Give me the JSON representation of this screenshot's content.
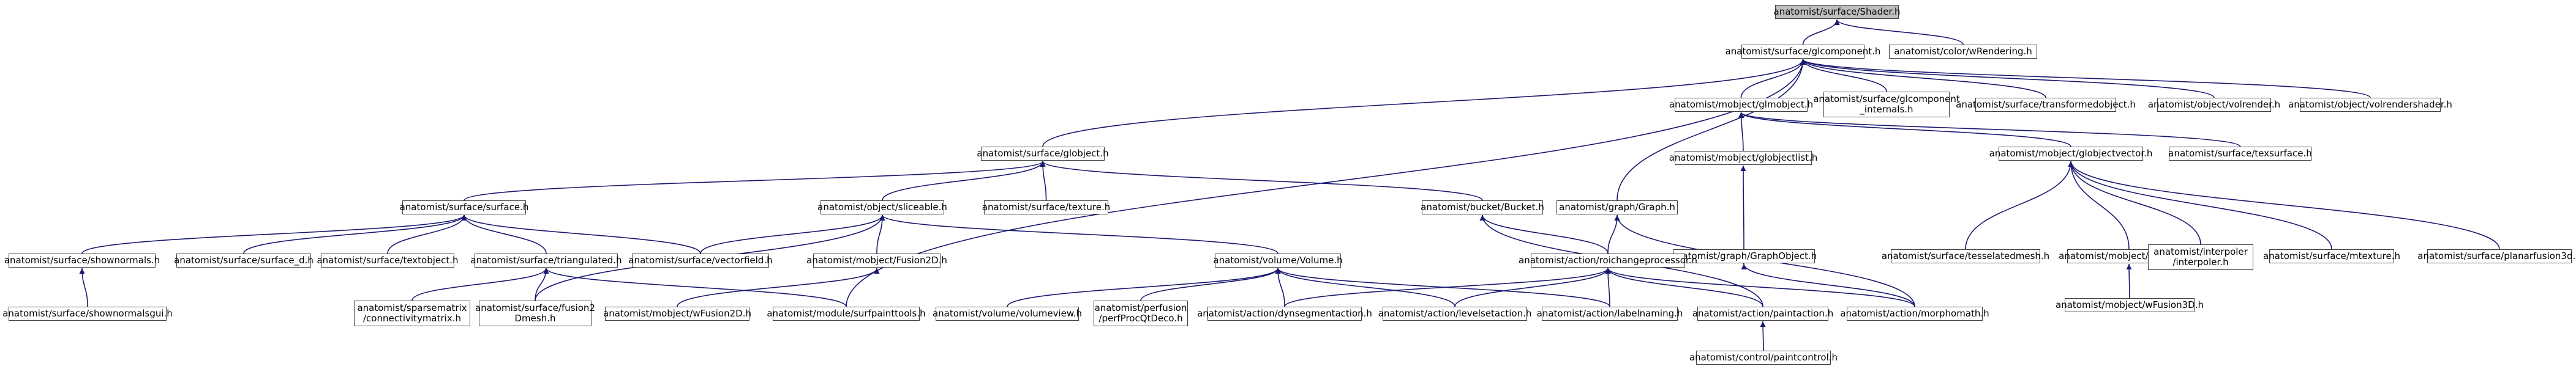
{
  "graph": {
    "colors": {
      "edge": "#191970",
      "node_border": "#404040",
      "root_fill": "#bfbfbf",
      "node_fill": "#ffffff"
    },
    "nodes": [
      {
        "id": "shader",
        "label": "anatomist/surface/Shader.h",
        "root": true
      },
      {
        "id": "glcomponent",
        "label": "anatomist/surface/glcomponent.h"
      },
      {
        "id": "colorrendering",
        "label": "anatomist/color/wRendering.h"
      },
      {
        "id": "globject",
        "label": "anatomist/surface/globject.h"
      },
      {
        "id": "glmobject",
        "label": "anatomist/mobject/glmobject.h"
      },
      {
        "id": "glcompinternals",
        "label": "anatomist/surface/glcomponent\n_internals.h"
      },
      {
        "id": "transformedobject",
        "label": "anatomist/surface/transformedobject.h"
      },
      {
        "id": "volrender",
        "label": "anatomist/object/volrender.h"
      },
      {
        "id": "volrendershader",
        "label": "anatomist/object/volrendershader.h"
      },
      {
        "id": "surface",
        "label": "anatomist/surface/surface.h"
      },
      {
        "id": "sliceable",
        "label": "anatomist/object/sliceable.h"
      },
      {
        "id": "texture",
        "label": "anatomist/surface/texture.h"
      },
      {
        "id": "bucket",
        "label": "anatomist/bucket/Bucket.h"
      },
      {
        "id": "graph",
        "label": "anatomist/graph/Graph.h"
      },
      {
        "id": "globjectlist",
        "label": "anatomist/mobject/globjectlist.h"
      },
      {
        "id": "globjectvector",
        "label": "anatomist/mobject/globjectvector.h"
      },
      {
        "id": "texsurface",
        "label": "anatomist/surface/texsurface.h"
      },
      {
        "id": "graphobject",
        "label": "anatomist/graph/GraphObject.h"
      },
      {
        "id": "tesselatedmesh",
        "label": "anatomist/surface/tesselatedmesh.h"
      },
      {
        "id": "fusion3d",
        "label": "anatomist/mobject/Fusion3D.h"
      },
      {
        "id": "interpoler",
        "label": "anatomist/interpoler\n/interpoler.h"
      },
      {
        "id": "mtexture",
        "label": "anatomist/surface/mtexture.h"
      },
      {
        "id": "planarfusion3d",
        "label": "anatomist/surface/planarfusion3d.h"
      },
      {
        "id": "wfusion3d",
        "label": "anatomist/mobject/wFusion3D.h"
      },
      {
        "id": "shownormals",
        "label": "anatomist/surface/shownormals.h"
      },
      {
        "id": "surface_d",
        "label": "anatomist/surface/surface_d.h"
      },
      {
        "id": "textobject",
        "label": "anatomist/surface/textobject.h"
      },
      {
        "id": "triangulated",
        "label": "anatomist/surface/triangulated.h"
      },
      {
        "id": "vectorfield",
        "label": "anatomist/surface/vectorfield.h"
      },
      {
        "id": "fusion2d",
        "label": "anatomist/mobject/Fusion2D.h"
      },
      {
        "id": "volume",
        "label": "anatomist/volume/Volume.h"
      },
      {
        "id": "roichange",
        "label": "anatomist/action/roichangeprocessor.h"
      },
      {
        "id": "shownormalsgui",
        "label": "anatomist/surface/shownormalsgui.h"
      },
      {
        "id": "sparsematrix",
        "label": "anatomist/sparsematrix\n/connectivitymatrix.h"
      },
      {
        "id": "fusion2dmesh",
        "label": "anatomist/surface/fusion2\nDmesh.h"
      },
      {
        "id": "wfusion2d",
        "label": "anatomist/mobject/wFusion2D.h"
      },
      {
        "id": "surfpainttools",
        "label": "anatomist/module/surfpainttools.h"
      },
      {
        "id": "volumeview",
        "label": "anatomist/volume/volumeview.h"
      },
      {
        "id": "perfprocqtdeco",
        "label": "anatomist/perfusion\n/perfProcQtDeco.h"
      },
      {
        "id": "dynsegment",
        "label": "anatomist/action/dynsegmentaction.h"
      },
      {
        "id": "levelset",
        "label": "anatomist/action/levelsetaction.h"
      },
      {
        "id": "labelnaming",
        "label": "anatomist/action/labelnaming.h"
      },
      {
        "id": "paintaction",
        "label": "anatomist/action/paintaction.h"
      },
      {
        "id": "morphomath",
        "label": "anatomist/action/morphomath.h"
      },
      {
        "id": "paintcontrol",
        "label": "anatomist/control/paintcontrol.h"
      }
    ],
    "edges": [
      [
        "glcomponent",
        "shader"
      ],
      [
        "colorrendering",
        "shader"
      ],
      [
        "globject",
        "glcomponent"
      ],
      [
        "glmobject",
        "glcomponent"
      ],
      [
        "glcompinternals",
        "glcomponent"
      ],
      [
        "transformedobject",
        "glcomponent"
      ],
      [
        "volrender",
        "glcomponent"
      ],
      [
        "volrendershader",
        "glcomponent"
      ],
      [
        "graph",
        "glcomponent"
      ],
      [
        "surfpainttools",
        "glcomponent"
      ],
      [
        "surface",
        "globject"
      ],
      [
        "sliceable",
        "globject"
      ],
      [
        "texture",
        "globject"
      ],
      [
        "bucket",
        "globject"
      ],
      [
        "globjectlist",
        "glmobject"
      ],
      [
        "globjectvector",
        "glmobject"
      ],
      [
        "texsurface",
        "glmobject"
      ],
      [
        "graphobject",
        "globjectlist"
      ],
      [
        "tesselatedmesh",
        "globjectvector"
      ],
      [
        "fusion3d",
        "globjectvector"
      ],
      [
        "interpoler",
        "globjectvector"
      ],
      [
        "mtexture",
        "globjectvector"
      ],
      [
        "planarfusion3d",
        "globjectvector"
      ],
      [
        "wfusion3d",
        "fusion3d"
      ],
      [
        "shownormals",
        "surface"
      ],
      [
        "surface_d",
        "surface"
      ],
      [
        "textobject",
        "surface"
      ],
      [
        "triangulated",
        "surface"
      ],
      [
        "vectorfield",
        "surface"
      ],
      [
        "vectorfield",
        "sliceable"
      ],
      [
        "fusion2d",
        "sliceable"
      ],
      [
        "volume",
        "sliceable"
      ],
      [
        "fusion2dmesh",
        "sliceable"
      ],
      [
        "shownormalsgui",
        "shownormals"
      ],
      [
        "sparsematrix",
        "triangulated"
      ],
      [
        "fusion2dmesh",
        "triangulated"
      ],
      [
        "surfpainttools",
        "triangulated"
      ],
      [
        "wfusion2d",
        "fusion2d"
      ],
      [
        "volumeview",
        "volume"
      ],
      [
        "perfprocqtdeco",
        "volume"
      ],
      [
        "dynsegment",
        "volume"
      ],
      [
        "levelset",
        "volume"
      ],
      [
        "labelnaming",
        "volume"
      ],
      [
        "roichange",
        "bucket"
      ],
      [
        "paintaction",
        "bucket"
      ],
      [
        "roichange",
        "graph"
      ],
      [
        "morphomath",
        "graph"
      ],
      [
        "roichange",
        "graphobject"
      ],
      [
        "morphomath",
        "graphobject"
      ],
      [
        "dynsegment",
        "roichange"
      ],
      [
        "levelset",
        "roichange"
      ],
      [
        "labelnaming",
        "roichange"
      ],
      [
        "paintaction",
        "roichange"
      ],
      [
        "morphomath",
        "roichange"
      ],
      [
        "paintcontrol",
        "paintaction"
      ]
    ]
  }
}
